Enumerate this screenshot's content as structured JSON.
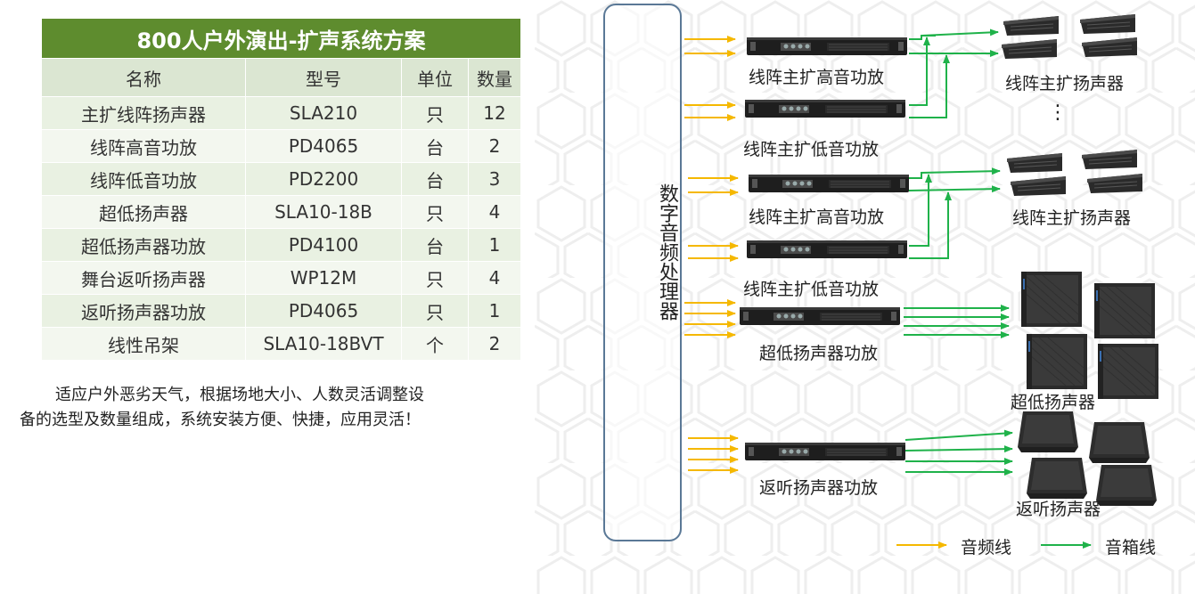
{
  "table": {
    "title": "800人户外演出-扩声系统方案",
    "headers": [
      "名称",
      "型号",
      "单位",
      "数量"
    ],
    "rows": [
      [
        "主扩线阵扬声器",
        "SLA210",
        "只",
        "12"
      ],
      [
        "线阵高音功放",
        "PD4065",
        "台",
        "2"
      ],
      [
        "线阵低音功放",
        "PD2200",
        "台",
        "3"
      ],
      [
        "超低扬声器",
        "SLA10-18B",
        "只",
        "4"
      ],
      [
        "超低扬声器功放",
        "PD4100",
        "台",
        "1"
      ],
      [
        "舞台返听扬声器",
        "WP12M",
        "只",
        "4"
      ],
      [
        "返听扬声器功放",
        "PD4065",
        "只",
        "1"
      ],
      [
        "线性吊架",
        "SLA10-18BVT",
        "个",
        "2"
      ]
    ]
  },
  "note": {
    "line1": "适应户外恶劣天气，根据场地大小、人数灵活调整设",
    "line2": "备的选型及数量组成，系统安装方便、快捷，应用灵活！"
  },
  "diagram": {
    "dsp_label": "数字音频处理器",
    "amp_labels": {
      "high1": "线阵主扩高音功放",
      "low1": "线阵主扩低音功放",
      "high2": "线阵主扩高音功放",
      "low2": "线阵主扩低音功放",
      "sub": "超低扬声器功放",
      "monitor": "返听扬声器功放"
    },
    "speaker_labels": {
      "array1": "线阵主扩扬声器",
      "ellipsis": "⋮",
      "array2": "线阵主扩扬声器",
      "sub": "超低扬声器",
      "monitor": "返听扬声器"
    },
    "legend": {
      "audio": "音频线",
      "speaker": "音箱线"
    }
  },
  "colors": {
    "title_bg": "#5e8c2e",
    "audio_line": "#f5b800",
    "speaker_line": "#1fb24a",
    "device": "#1e1e1e"
  }
}
